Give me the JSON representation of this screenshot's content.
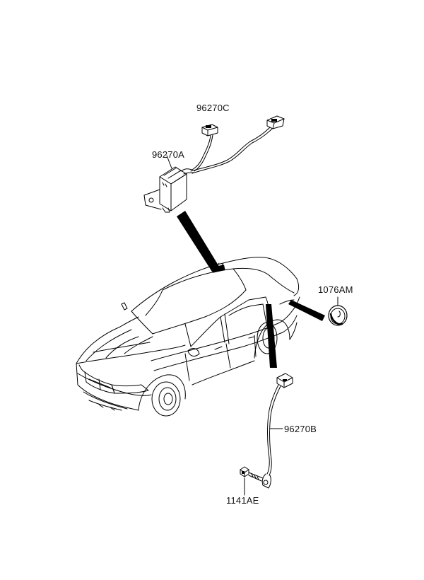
{
  "diagram": {
    "parts": [
      {
        "id": "96270C",
        "label": "96270C"
      },
      {
        "id": "96270A",
        "label": "96270A"
      },
      {
        "id": "1076AM",
        "label": "1076AM"
      },
      {
        "id": "96270B",
        "label": "96270B"
      },
      {
        "id": "1141AE",
        "label": "1141AE"
      }
    ]
  }
}
